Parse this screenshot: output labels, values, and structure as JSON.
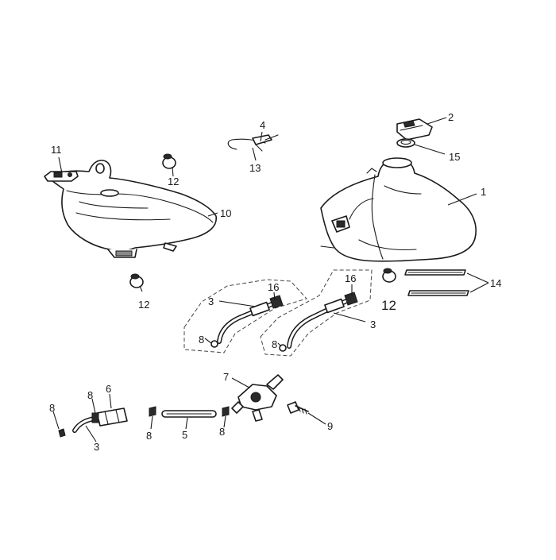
{
  "callouts": {
    "c1": "1",
    "c2": "2",
    "c3_left_kit": "3",
    "c3_right_kit": "3",
    "c3_bottom": "3",
    "c4": "4",
    "c5": "5",
    "c6": "6",
    "c7": "7",
    "c8_left_kit": "8",
    "c8_right_kit": "8",
    "c8_bottom_a": "8",
    "c8_bottom_b": "8",
    "c8_bottom_c": "8",
    "c8_bottom_d": "8",
    "c9": "9",
    "c10": "10",
    "c11": "11",
    "c12_top": "12",
    "c12_mid": "12",
    "c12_right": "12",
    "c13": "13",
    "c14": "14",
    "c15": "15",
    "c16_left": "16",
    "c16_right": "16"
  },
  "colors": {
    "line": "#1a1a1a",
    "background": "#ffffff"
  }
}
